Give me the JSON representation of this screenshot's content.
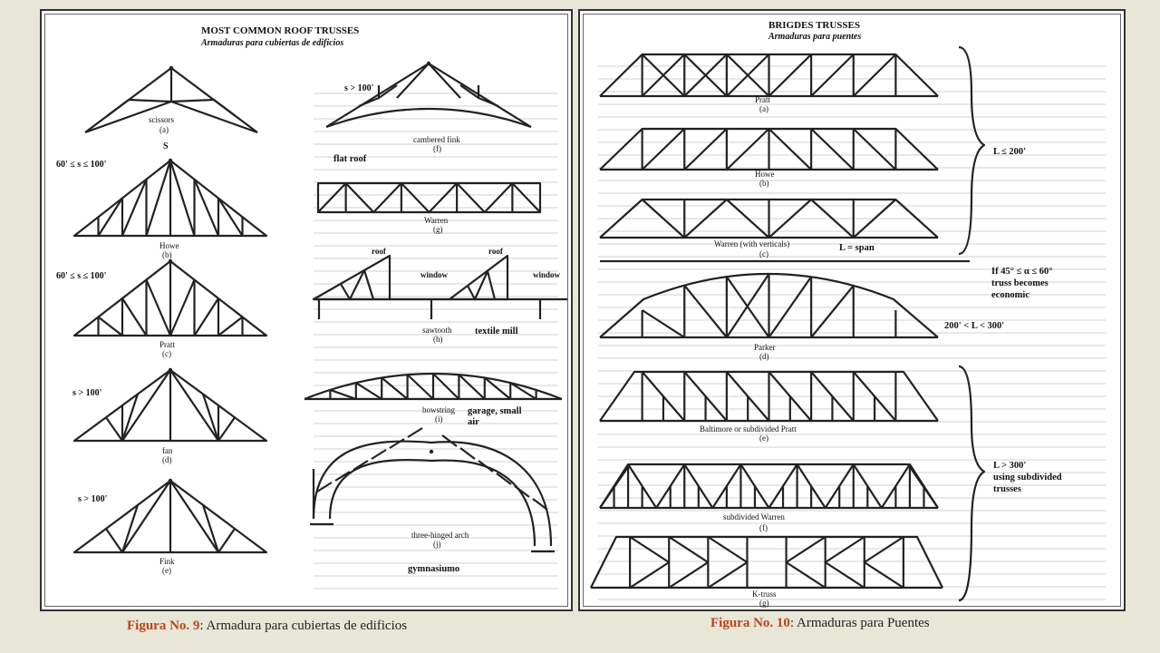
{
  "roof": {
    "header_title": "MOST COMMON ROOF TRUSSES",
    "header_subtitle": "Armaduras para cubiertas de edificios",
    "labels": {
      "scissors": "scissors",
      "scissors_letter": "(a)",
      "howe": "Howe",
      "howe_letter": "(b)",
      "pratt": "Pratt",
      "pratt_letter": "(c)",
      "fan": "fan",
      "fan_letter": "(d)",
      "fink": "Fink",
      "fink_letter": "(e)",
      "cambered_fink": "cambered fink",
      "cambered_fink_letter": "(f)",
      "warren": "Warren",
      "warren_letter": "(g)",
      "sawtooth": "sawtooth",
      "sawtooth_letter": "(h)",
      "bowstring": "bowstring",
      "bowstring_letter": "(i)",
      "three_hinged_arch": "three-hinged arch",
      "three_hinged_arch_letter": "(j)"
    },
    "conditions": {
      "s": "S",
      "howe": "60' ≤ s ≤ 100'",
      "pratt": "60' ≤ s ≤ 100'",
      "fan": "s > 100'",
      "fink": "s > 100'",
      "cambered_fink": "s > 100'"
    },
    "uses": {
      "flat_roof": "flat roof",
      "roof_left": "roof",
      "roof_right": "roof",
      "window_left": "window",
      "window_right": "window",
      "textile_mill": "textile mill",
      "garage": "garage, small",
      "garage_line2": "air",
      "gymnasium": "gymnasiumo"
    }
  },
  "bridge": {
    "header_title": "BRIGDES TRUSSES",
    "header_subtitle": "Armaduras para puentes",
    "labels": {
      "pratt": "Pratt",
      "pratt_letter": "(a)",
      "howe": "Howe",
      "howe_letter": "(b)",
      "warren_verticals": "Warren (with verticals)",
      "warren_verticals_letter": "(c)",
      "parker": "Parker",
      "parker_letter": "(d)",
      "baltimore": "Baltimore or subdivided Pratt",
      "baltimore_letter": "(e)",
      "subdivided_warren": "subdivided Warren",
      "subdivided_warren_letter": "(f)",
      "k_truss": "K-truss",
      "k_truss_letter": "(g)"
    },
    "notes": {
      "short_span": "L ≤ 200'",
      "span_def": "L = span",
      "economic_line1": "If 45° ≤    α    ≤ 60°",
      "economic_line2": "truss becomes",
      "economic_line3": "economic",
      "medium_span": "200' < L < 300'",
      "long_span_line1": "L > 300'",
      "long_span_line2": "using subdivided",
      "long_span_line3": "trusses"
    }
  },
  "captions": {
    "figure9_number": "Figura No. 9",
    "figure9_text": ": Armadura para cubiertas de edificios",
    "figure10_number": "Figura No. 10",
    "figure10_text": ": Armaduras para Puentes"
  }
}
